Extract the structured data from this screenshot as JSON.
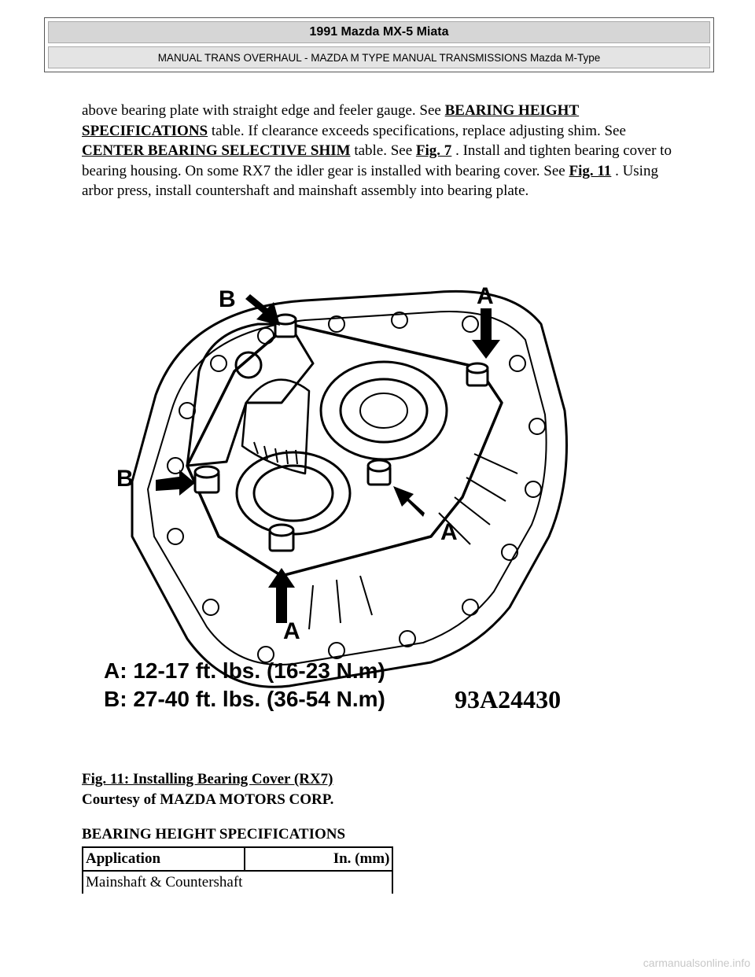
{
  "header": {
    "title": "1991 Mazda MX-5 Miata",
    "subtitle": "MANUAL TRANS OVERHAUL - MAZDA M TYPE MANUAL TRANSMISSIONS Mazda M-Type"
  },
  "body": {
    "p1": "above bearing plate with straight edge and feeler gauge. See ",
    "link1": "BEARING HEIGHT SPECIFICATIONS",
    "p2": " table. If clearance exceeds specifications, replace adjusting shim. See ",
    "link2": "CENTER BEARING SELECTIVE SHIM",
    "p3": " table. See ",
    "link3": "Fig. 7",
    "p4": " . Install and tighten bearing cover to bearing housing. On some RX7 the idler gear is installed with bearing cover. See ",
    "link4": "Fig. 11",
    "p5": " . Using arbor press, install countershaft and mainshaft assembly into bearing plate."
  },
  "figure": {
    "label_a": "A",
    "label_b": "B",
    "legend_a": "A:  12-17 ft. lbs. (16-23 N.m)",
    "legend_b": "B:  27-40 ft. lbs. (36-54 N.m)",
    "code": "93A24430"
  },
  "caption": {
    "title": "Fig. 11: Installing Bearing Cover (RX7)",
    "credit": "Courtesy of MAZDA MOTORS CORP."
  },
  "table": {
    "title": "BEARING HEIGHT SPECIFICATIONS",
    "headers": [
      "Application",
      "In. (mm)"
    ],
    "rows": [
      [
        "Mainshaft & Countershaft",
        ""
      ]
    ]
  },
  "watermark": "carmanualsonline.info"
}
